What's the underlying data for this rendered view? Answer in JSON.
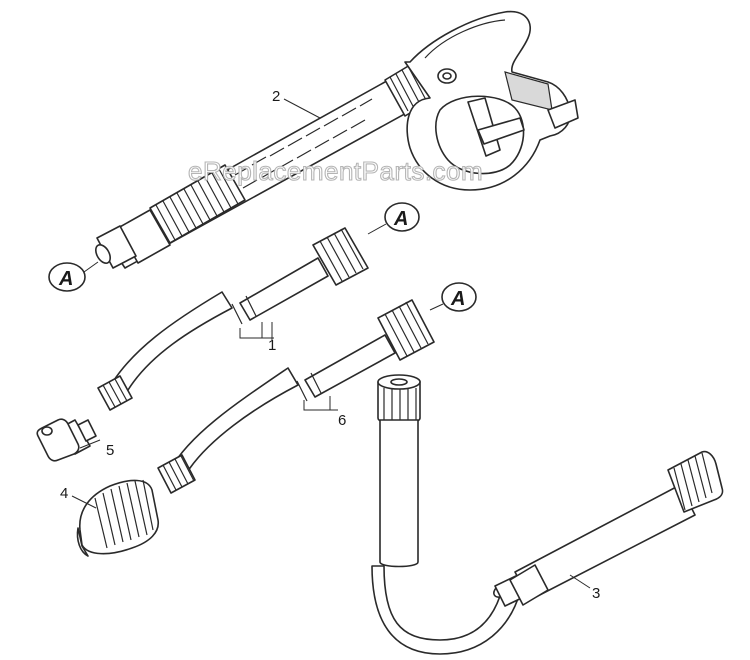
{
  "watermark": "eReplacementParts.com",
  "callouts": {
    "letter": "A"
  },
  "part_numbers": [
    "1",
    "2",
    "3",
    "4",
    "5",
    "6"
  ],
  "colors": {
    "line": "#2a2a2a",
    "shade": "#d9d9d9",
    "watermark": "#b5b5b5"
  }
}
